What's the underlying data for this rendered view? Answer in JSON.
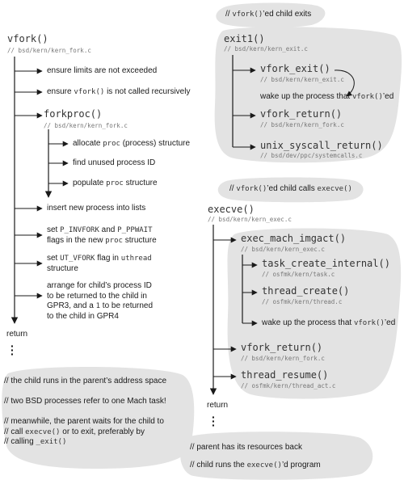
{
  "left": {
    "func": "vfork()",
    "path": "// bsd/kern/kern_fork.c",
    "steps": [
      [
        "ensure limits are not exceeded"
      ],
      [
        "ensure ",
        {
          "c": "vfork()"
        },
        " is not called recursively"
      ]
    ],
    "forkproc": {
      "func": "forkproc()",
      "path": "// bsd/kern/kern_fork.c",
      "substeps": [
        [
          "allocate ",
          {
            "c": "proc"
          },
          " (process) structure"
        ],
        [
          "find unused process ID"
        ],
        [
          "populate ",
          {
            "c": "proc"
          },
          " structure"
        ]
      ]
    },
    "steps2": [
      [
        [
          "insert new process into lists"
        ]
      ],
      [
        [
          "set ",
          {
            "c": "P_INVFORK"
          },
          " and ",
          {
            "c": "P_PPWAIT"
          }
        ],
        [
          "flags in the new ",
          {
            "c": "proc"
          },
          " structure"
        ]
      ],
      [
        [
          "set ",
          {
            "c": "UT_VFORK"
          },
          " flag in ",
          {
            "c": "uthread"
          }
        ],
        [
          "structure"
        ]
      ],
      [
        [
          "arrange for child’s process ID"
        ],
        [
          "to be returned to the child in"
        ],
        [
          "GPR3, and a ",
          {
            "c": "1"
          },
          " to be returned"
        ],
        [
          "to the child in GPR4"
        ]
      ]
    ],
    "return_label": "return",
    "notes": [
      [
        [
          "// the child runs in the parent’s address space"
        ]
      ],
      [
        [
          "// two BSD processes refer to one Mach task!"
        ]
      ],
      [
        [
          "// meanwhile, the parent waits for the child to"
        ],
        [
          "// call ",
          {
            "c": "execve()"
          },
          " or to exit, preferably by"
        ],
        [
          "// calling ",
          {
            "c": "_exit()"
          }
        ]
      ]
    ]
  },
  "exit_section": {
    "header": [
      [
        "// ",
        {
          "c": "vfork()"
        },
        "’ed child exits"
      ]
    ],
    "func": "exit1()",
    "path": "// bsd/kern/kern_exit.c",
    "items": [
      {
        "func": "vfork_exit()",
        "path": "// bsd/kern/kern_exit.c"
      },
      {
        "func": "vfork_return()",
        "path": "// bsd/kern/kern_fork.c"
      },
      {
        "func": "unix_syscall_return()",
        "path": "// bsd/dev/ppc/systemcalls.c"
      }
    ],
    "wake": [
      [
        "wake up the process that ",
        {
          "c": "vfork()"
        },
        "’ed"
      ]
    ]
  },
  "execve_section": {
    "header": [
      [
        "// ",
        {
          "c": "vfork()"
        },
        "’ed child calls ",
        {
          "c": "execve()"
        }
      ]
    ],
    "func": "execve()",
    "path": "// bsd/kern/kern_exec.c",
    "imgact": {
      "func": "exec_mach_imgact()",
      "path": "// bsd/kern/kern_exec.c"
    },
    "sub": [
      {
        "func": "task_create_internal()",
        "path": "// osfmk/kern/task.c"
      },
      {
        "func": "thread_create()",
        "path": "// osfmk/kern/thread.c"
      }
    ],
    "wake": [
      [
        "wake up the process that ",
        {
          "c": "vfork()"
        },
        "’ed"
      ]
    ],
    "items": [
      {
        "func": "vfork_return()",
        "path": "// bsd/kern/kern_fork.c"
      },
      {
        "func": "thread_resume()",
        "path": "// osfmk/kern/thread_act.c"
      }
    ],
    "return_label": "return",
    "notes": [
      [
        [
          "// parent has its resources back"
        ]
      ],
      [
        [
          "// child runs the ",
          {
            "c": "execve()"
          },
          "’d program"
        ]
      ]
    ]
  },
  "colors": {
    "line": "#1a1a1a",
    "bubble": "#e3e3e3",
    "text": "#1a1a1a",
    "code": "#333333",
    "path": "#777777"
  }
}
